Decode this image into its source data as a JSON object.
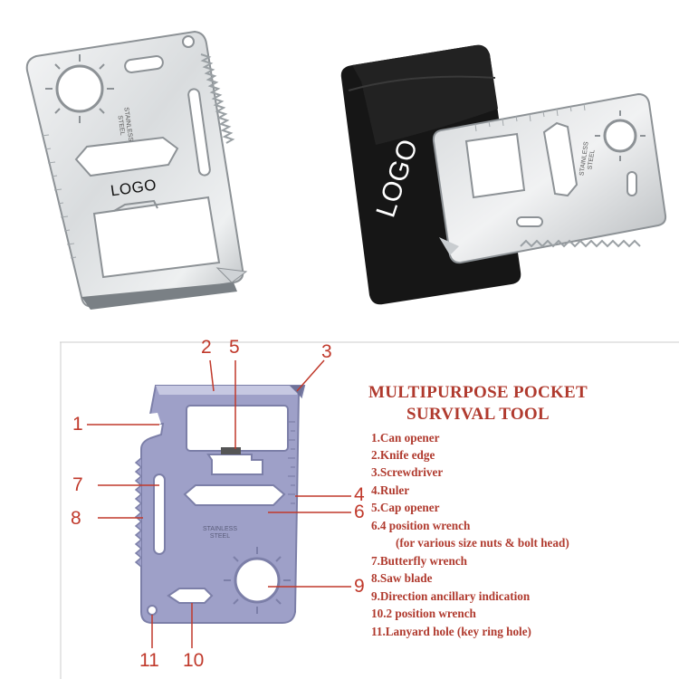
{
  "photos": {
    "card_photo_left": {
      "logo_text": "LOGO",
      "stamp_line1": "STAINLESS",
      "stamp_line2": "STEEL"
    },
    "card_photo_right": {
      "logo_text": "LOGO",
      "stamp_line1": "STAINLESS",
      "stamp_line2": "STEEL"
    }
  },
  "diagram": {
    "stamp_line1": "STAINLESS",
    "stamp_line2": "STEEL",
    "callouts": [
      "1",
      "2",
      "3",
      "4",
      "5",
      "6",
      "7",
      "8",
      "9",
      "10",
      "11"
    ]
  },
  "legend": {
    "title_line1": "MULTIPURPOSE POCKET",
    "title_line2": "SURVIVAL TOOL",
    "items": [
      "1.Can opener",
      "2.Knife edge",
      "3.Screwdriver",
      "4.Ruler",
      "5.Cap opener",
      "6.4 position wrench",
      "(for various size nuts & bolt head)",
      "7.Butterfly wrench",
      "8.Saw blade",
      "9.Direction ancillary indication",
      "10.2 position wrench",
      "11.Lanyard hole (key ring hole)"
    ]
  },
  "colors": {
    "accent_red": "#b03a2e",
    "steel_light": "#e6e8ea",
    "steel_dark": "#8a8f94",
    "diagram_steel": "#9ea0c8",
    "pouch_black": "#161616"
  }
}
